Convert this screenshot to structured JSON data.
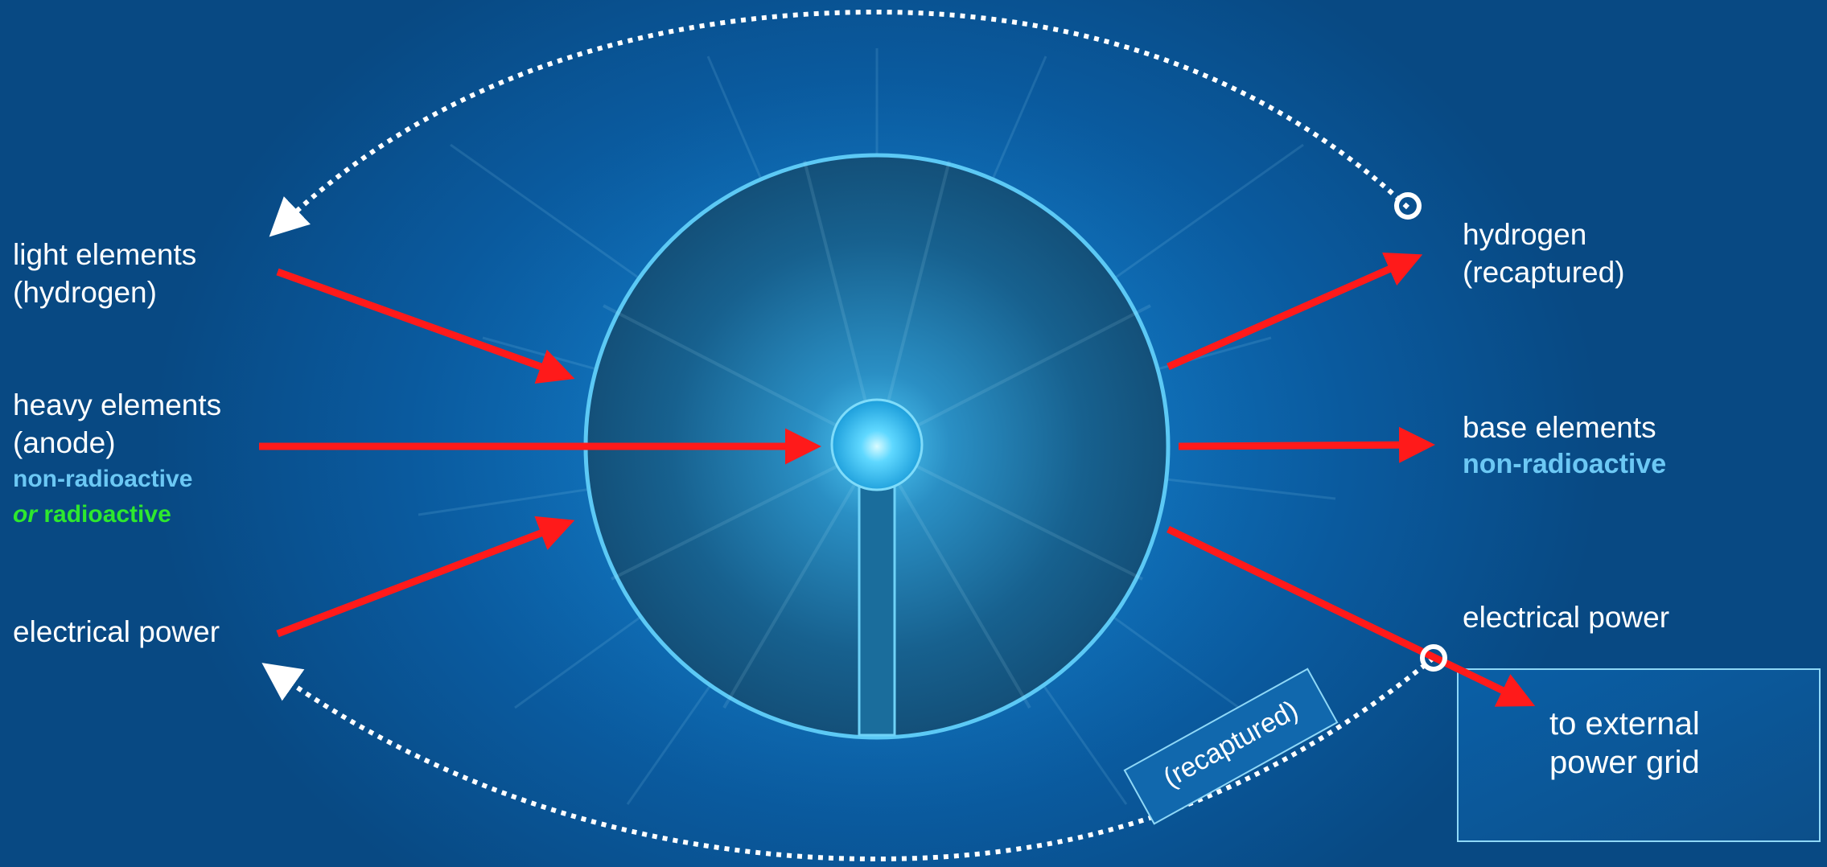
{
  "inputs": {
    "light_elements": {
      "line1": "light elements",
      "line2": "(hydrogen)"
    },
    "heavy_elements": {
      "line1": "heavy elements",
      "line2": "(anode)",
      "non_radioactive": "non-radioactive",
      "or_word": "or",
      "radioactive": "radioactive"
    },
    "electrical_power": "electrical power"
  },
  "outputs": {
    "hydrogen": {
      "line1": "hydrogen",
      "line2": "(recaptured)"
    },
    "base_elements": {
      "line1": "base elements",
      "non_radioactive": "non-radioactive"
    },
    "electrical_power": "electrical power",
    "grid_box": {
      "line1": "to external",
      "line2": "power grid"
    }
  },
  "recaptured_tag": "(recaptured)",
  "colors": {
    "arrow": "#ff1a1a",
    "loop": "#ffffff",
    "cyan_text": "#6cc8f4",
    "green_text": "#2ee82e",
    "background": "#0a5a9e"
  }
}
